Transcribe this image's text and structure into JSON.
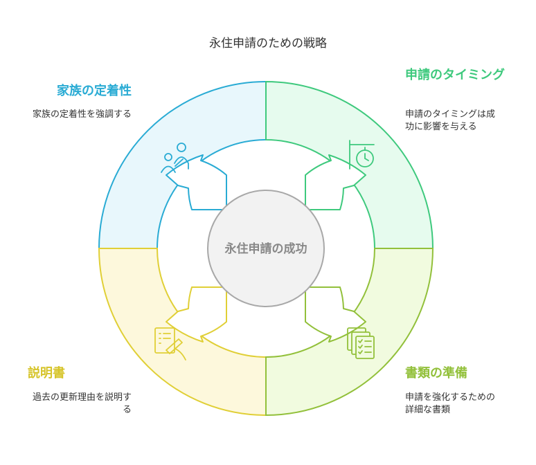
{
  "title": "永住申請のための戦略",
  "center": {
    "label": "永住申請の成功"
  },
  "sections": {
    "family": {
      "heading": "家族の定着性",
      "description": "家族の定着性を強調する",
      "icon": "family-icon",
      "color": "#29abd4",
      "fill": "#e8f7fc"
    },
    "timing": {
      "heading": "申請のタイミング",
      "description": "申請のタイミングは成功に影響を与える",
      "icon": "stopwatch-icon",
      "color": "#3ec97d",
      "fill": "#e6fbee"
    },
    "explanation": {
      "heading": "説明書",
      "description": "過去の更新理由を説明する",
      "icon": "document-writing-icon",
      "color": "#e0cf36",
      "fill": "#fdf8dc"
    },
    "documents": {
      "heading": "書類の準備",
      "description": "申請を強化するための詳細な書類",
      "icon": "documents-stack-icon",
      "color": "#92c03a",
      "fill": "#f1fbdf"
    }
  }
}
